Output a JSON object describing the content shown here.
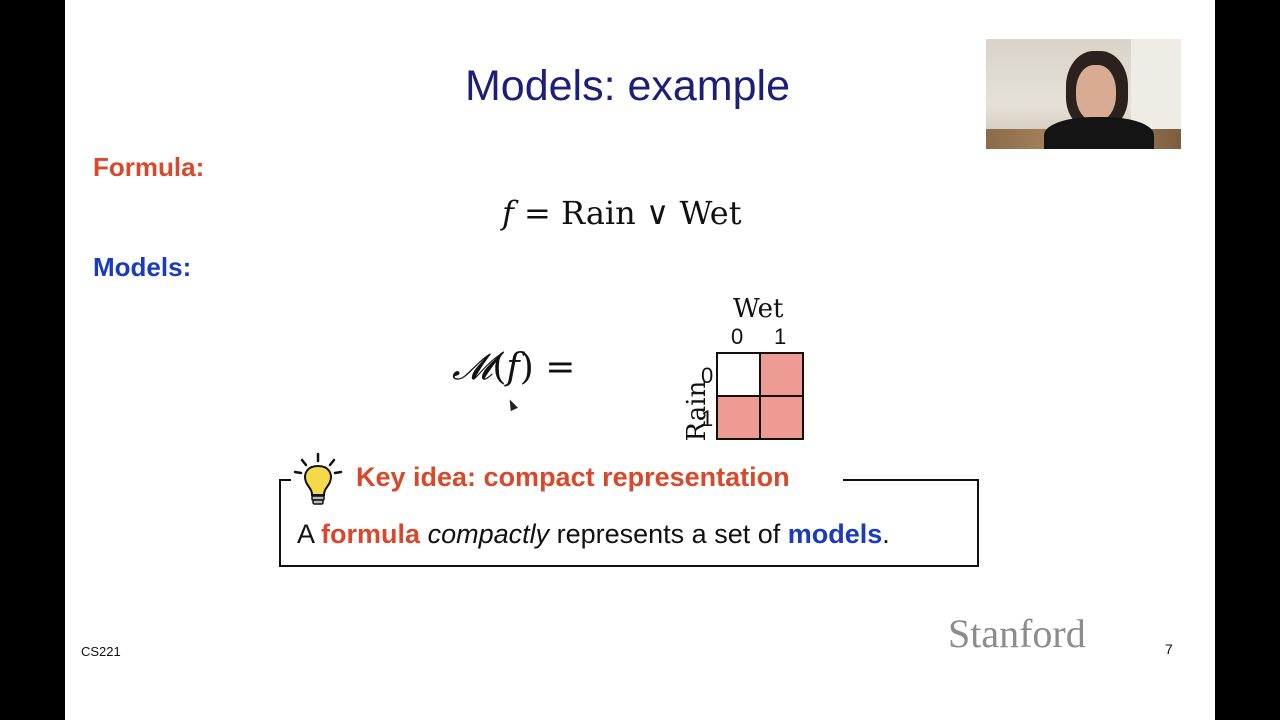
{
  "slide": {
    "title": "Models: example",
    "formula_label": "Formula:",
    "formula": {
      "lhs": "f",
      "eq": " = ",
      "rhs": "Rain ∨ Wet"
    },
    "models_label": "Models:",
    "models_expr": {
      "script_m": "𝓜",
      "open": "(",
      "arg": "f",
      "close": ") ="
    },
    "truth_table": {
      "column_title": "Wet",
      "row_title": "Rain",
      "column_ticks": [
        "0",
        "1"
      ],
      "row_ticks": [
        "0",
        "1"
      ],
      "cells": [
        [
          false,
          true
        ],
        [
          true,
          true
        ]
      ],
      "fill_color": "#ee9b94",
      "empty_color": "#ffffff"
    },
    "key_idea": {
      "icon": "lightbulb-icon",
      "title": "Key idea: compact representation",
      "body_parts": [
        "A ",
        "formula",
        " ",
        "compactly",
        " represents a set of ",
        "models",
        "."
      ]
    },
    "footer": {
      "course": "CS221",
      "page": "7",
      "logo": "Stanford"
    }
  },
  "colors": {
    "title": "#1b1f7a",
    "accent_red": "#d9482b",
    "accent_blue": "#1a3bbf",
    "logo_gray": "#8c8c8c"
  }
}
